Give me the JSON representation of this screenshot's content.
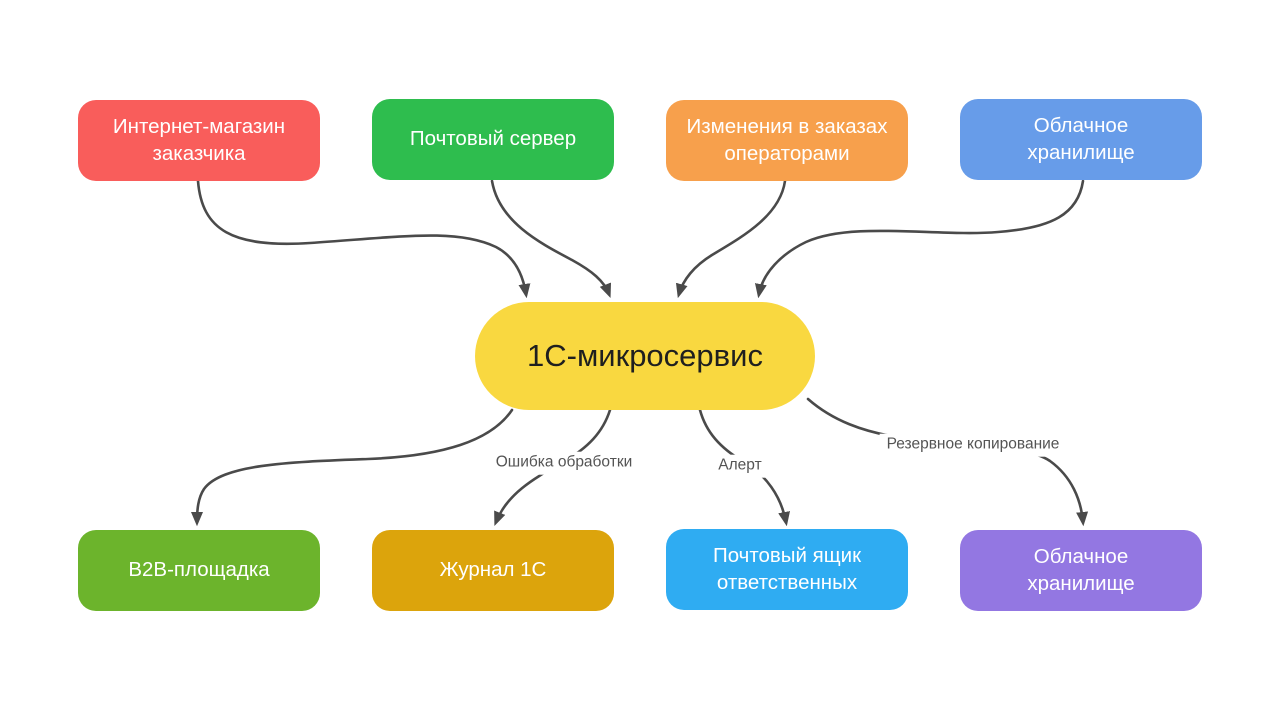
{
  "diagram": {
    "background": "#ffffff",
    "edge_color": "#4a4a4a",
    "edge_label_color": "#545454",
    "center_node": {
      "label": "1С-микросервис",
      "color": "#F9D840",
      "text_color": "#1f1f1f"
    },
    "source_nodes": [
      {
        "label": "Интернет-магазин заказчика",
        "color": "#F95D5B"
      },
      {
        "label": "Почтовый сервер",
        "color": "#2EBD4E"
      },
      {
        "label": "Изменения в заказах операторами",
        "color": "#F7A04C"
      },
      {
        "label": "Облачное хранилище",
        "color": "#679CE9"
      }
    ],
    "target_nodes": [
      {
        "label": "B2B-площадка",
        "color": "#6CB42C"
      },
      {
        "label": "Журнал 1С",
        "color": "#DCA40C"
      },
      {
        "label": "Почтовый ящик ответственных",
        "color": "#2FACF2"
      },
      {
        "label": "Облачное хранилище",
        "color": "#9377E2"
      }
    ],
    "edges": [
      {
        "from": "Интернет-магазин заказчика",
        "to": "1С-микросервис",
        "label": ""
      },
      {
        "from": "Почтовый сервер",
        "to": "1С-микросервис",
        "label": ""
      },
      {
        "from": "Изменения в заказах операторами",
        "to": "1С-микросервис",
        "label": ""
      },
      {
        "from": "Облачное хранилище",
        "to": "1С-микросервис",
        "label": ""
      },
      {
        "from": "1С-микросервис",
        "to": "B2B-площадка",
        "label": ""
      },
      {
        "from": "1С-микросервис",
        "to": "Журнал 1С",
        "label": "Ошибка обработки"
      },
      {
        "from": "1С-микросервис",
        "to": "Почтовый ящик ответственных",
        "label": "Алерт"
      },
      {
        "from": "1С-микросервис",
        "to": "Облачное хранилище",
        "label": "Резервное копирование"
      }
    ]
  }
}
